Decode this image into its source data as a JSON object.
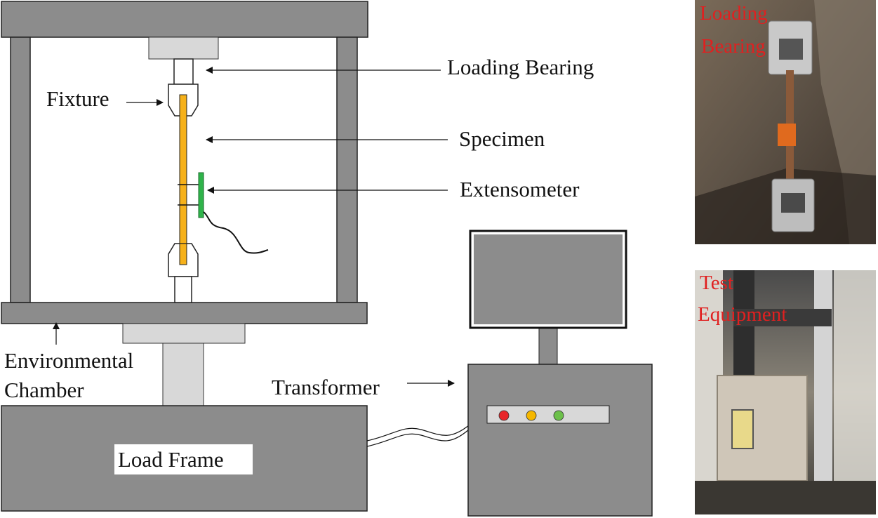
{
  "labels": {
    "loading_bearing": "Loading Bearing",
    "fixture": "Fixture",
    "specimen": "Specimen",
    "extensometer": "Extensometer",
    "environmental": "Environmental",
    "chamber": "Chamber",
    "transformer": "Transformer",
    "load_frame": "Load Frame"
  },
  "photos": {
    "top_caption_line1": "Loading",
    "top_caption_line2": "Bearing",
    "bottom_caption_line1": "Test",
    "bottom_caption_line2": "Equipment"
  },
  "indicator_lights": [
    "red",
    "yellow",
    "green"
  ],
  "colors": {
    "frame_gray": "#8c8c8c",
    "light_gray": "#d8d8d8",
    "specimen_orange": "#f6b11a",
    "extensometer_green": "#2fb34a",
    "caption_red": "#e02020",
    "light_red": "#e8262a",
    "light_yellow": "#f5b700",
    "light_green": "#6cc04a"
  }
}
